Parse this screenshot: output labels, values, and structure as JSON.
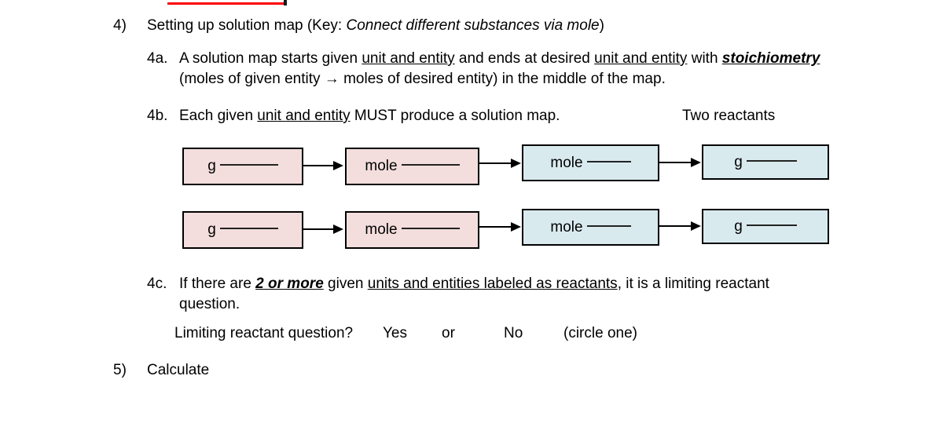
{
  "document": {
    "title_fragment_red": "",
    "items": [
      {
        "number": "4)",
        "text_plain": "Setting up solution map (Key: ",
        "text_italic": "Connect different substances via mole",
        "text_close": ")"
      },
      {
        "number": "5)",
        "text_plain": "Calculate"
      }
    ],
    "sub_4a": {
      "label": "4a.",
      "seg1": "A solution map starts given ",
      "seg2_underline": "unit and entity",
      "seg3": " and ends at desired ",
      "seg4_underline": "unit and entity",
      "seg5": " with ",
      "seg6_bold_italic_underline": "stoichiometry",
      "line2": "(moles of given entity → moles of desired entity) in the middle of the map."
    },
    "sub_4b": {
      "label": "4b.",
      "seg1": "Each given ",
      "seg2_underline": "unit and entity",
      "seg3": " MUST produce a solution map.",
      "side_note": "Two reactants"
    },
    "sub_4c": {
      "label": "4c.",
      "seg1": "If there are ",
      "seg2_bold_italic_underline": "2 or more",
      "seg3": " given ",
      "seg4_underline": "units and entities labeled as reactants",
      "seg5": ", it is a limiting reactant",
      "line2": "question.",
      "prompt": "Limiting reactant question?",
      "option_yes": "Yes",
      "option_or": "or",
      "option_no": "No",
      "instruction": "(circle one)"
    }
  },
  "solution_maps": {
    "colors": {
      "given_box": "#f3dedd",
      "desired_box": "#d9eaef",
      "border": "#000000",
      "red_accent": "#ff0000"
    },
    "row1": {
      "box1": {
        "label": "g",
        "blank": "",
        "fill": "given_box"
      },
      "box2": {
        "label": "mole",
        "blank": "",
        "fill": "given_box"
      },
      "box3": {
        "label": "mole",
        "blank": "",
        "fill": "desired_box"
      },
      "box4": {
        "label": "g",
        "blank": "",
        "fill": "desired_box"
      }
    },
    "row2": {
      "box1": {
        "label": "g",
        "blank": "",
        "fill": "given_box"
      },
      "box2": {
        "label": "mole",
        "blank": "",
        "fill": "given_box"
      },
      "box3": {
        "label": "mole",
        "blank": "",
        "fill": "desired_box"
      },
      "box4": {
        "label": "g",
        "blank": "",
        "fill": "desired_box"
      }
    }
  }
}
